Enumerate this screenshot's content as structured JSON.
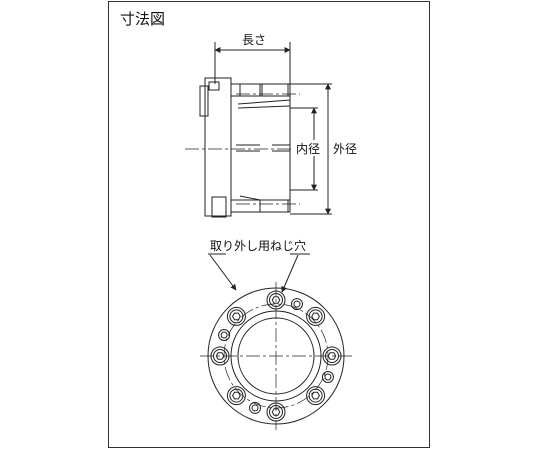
{
  "title": "寸法図",
  "labels": {
    "length": "長さ",
    "inner_diameter": "内径",
    "outer_diameter": "外径",
    "removal_screw_hole": "取り外し用ねじ穴"
  },
  "colors": {
    "line": "#222222",
    "text": "#111111"
  }
}
